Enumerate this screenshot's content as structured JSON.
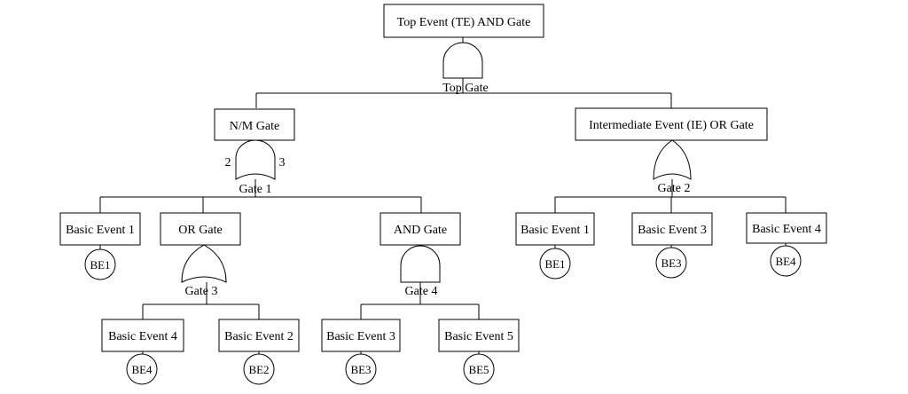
{
  "events": {
    "top": "Top Event (TE) AND Gate",
    "nm_gate": "N/M Gate",
    "ie_or_gate": "Intermediate Event (IE) OR Gate",
    "basic_event_1_left": "Basic Event 1",
    "or_gate": "OR Gate",
    "and_gate": "AND Gate",
    "basic_event_1_right": "Basic Event 1",
    "basic_event_3_right": "Basic Event 3",
    "basic_event_4_right": "Basic Event 4",
    "basic_event_4_left": "Basic Event 4",
    "basic_event_2": "Basic Event 2",
    "basic_event_3_left": "Basic Event 3",
    "basic_event_5": "Basic Event 5"
  },
  "gates": {
    "top": "Top Gate",
    "gate1": "Gate 1",
    "gate2": "Gate 2",
    "gate3": "Gate 3",
    "gate4": "Gate 4",
    "nm_k": "2",
    "nm_n": "3"
  },
  "basic_circles": {
    "be1_left": "BE1",
    "be1_right": "BE1",
    "be3_right": "BE3",
    "be4_right": "BE4",
    "be4_left": "BE4",
    "be2": "BE2",
    "be3_left": "BE3",
    "be5": "BE5"
  }
}
